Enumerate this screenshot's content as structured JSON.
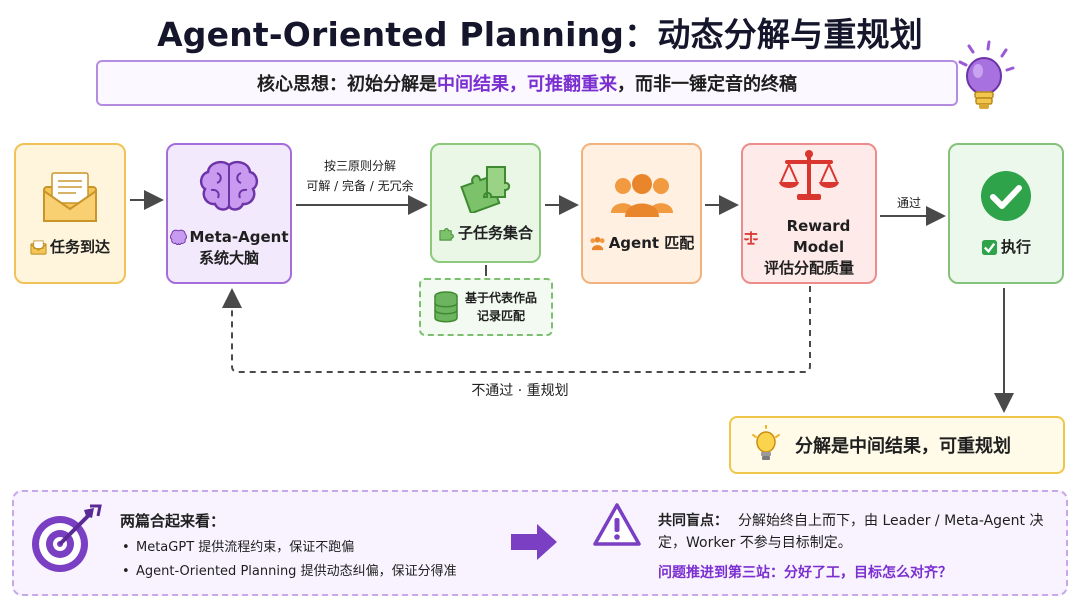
{
  "title": "Agent-Oriented Planning：动态分解与重规划",
  "core": {
    "prefix": "核心思想：初始分解是",
    "highlight1": "中间结果，可推翻重来",
    "suffix": "，而非一锤定音的终稿"
  },
  "nodes": {
    "task": {
      "label": "任务到达",
      "icon": "envelope-icon"
    },
    "meta": {
      "label": "Meta-Agent",
      "sub": "系统大脑",
      "icon": "brain-icon"
    },
    "subtasks": {
      "label": "子任务集合",
      "icon": "puzzle-icon"
    },
    "agent": {
      "label": "Agent 匹配",
      "icon": "team-icon"
    },
    "reward": {
      "label": "Reward Model",
      "sub": "评估分配质量",
      "icon": "scales-icon"
    },
    "execute": {
      "label": "执行",
      "icon": "check-icon"
    }
  },
  "edges": {
    "decompose_line1": "按三原则分解",
    "decompose_line2": "可解 / 完备 / 无冗余",
    "pass": "通过",
    "fail": "不通过 · 重规划"
  },
  "database": {
    "line1": "基于代表作品",
    "line2": "记录匹配",
    "icon": "database-icon"
  },
  "result": {
    "text": "分解是中间结果，可重规划",
    "icon": "lightbulb-icon"
  },
  "summary": {
    "title": "两篇合起来看：",
    "points": [
      "MetaGPT 提供流程约束，保证不跑偏",
      "Agent-Oriented Planning 提供动态纠偏，保证分得准"
    ],
    "blind_label": "共同盲点：",
    "blind_text": "分解始终自上而下，由 Leader / Meta-Agent 决定，Worker 不参与目标制定。",
    "question": "问题推进到第三站：分好了工，目标怎么对齐？"
  },
  "colors": {
    "accent": "#7b2fd1",
    "yellow": "#f2c25a",
    "purple": "#a56ddb",
    "green": "#8cc97d",
    "orange": "#f2b27e",
    "red": "#ec8c8c"
  }
}
